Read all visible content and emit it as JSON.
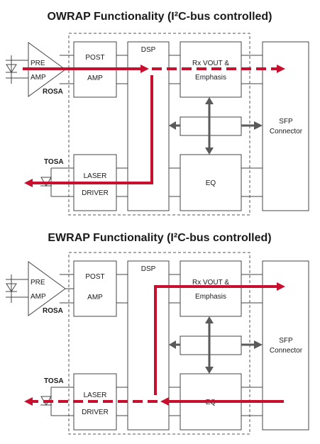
{
  "colors": {
    "accent_red": "#c8102e",
    "line_gray": "#5a5a5a",
    "text": "#1a1a1a"
  },
  "panels": [
    {
      "title": "OWRAP Functionality (I²C-bus controlled)",
      "labels": {
        "pre": "PRE",
        "amp": "AMP",
        "rosa": "ROSA",
        "tosa": "TOSA",
        "post": "POST",
        "post_amp": "AMP",
        "dsp": "DSP",
        "rx_line1": "Rx VOUT &",
        "rx_line2": "Emphasis",
        "laser": "LASER",
        "driver": "DRIVER",
        "eq": "EQ",
        "sfp_line1": "SFP",
        "sfp_line2": "Connector"
      }
    },
    {
      "title": "EWRAP Functionality (I²C-bus controlled)",
      "labels": {
        "pre": "PRE",
        "amp": "AMP",
        "rosa": "ROSA",
        "tosa": "TOSA",
        "post": "POST",
        "post_amp": "AMP",
        "dsp": "DSP",
        "rx_line1": "Rx VOUT &",
        "rx_line2": "Emphasis",
        "laser": "LASER",
        "driver": "DRIVER",
        "eq": "EQ",
        "sfp_line1": "SFP",
        "sfp_line2": "Connector"
      }
    }
  ]
}
